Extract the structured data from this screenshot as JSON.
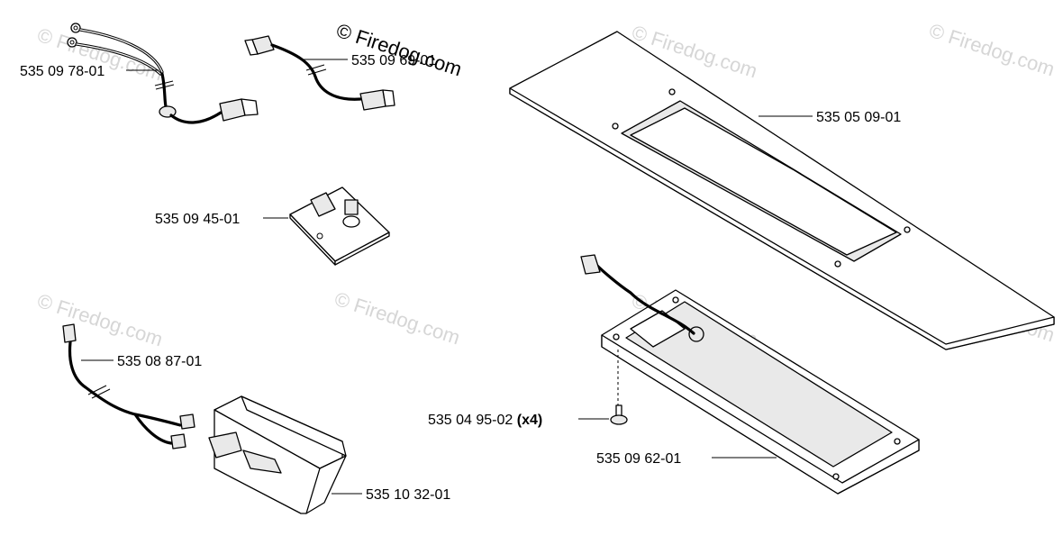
{
  "watermark": {
    "main": "© Firedog.com",
    "faint": "© Firedog.com"
  },
  "parts": [
    {
      "id": "harness-a",
      "number": "535 09 78-01",
      "qty": ""
    },
    {
      "id": "harness-b",
      "number": "535 09 69-01",
      "qty": ""
    },
    {
      "id": "circuit-board",
      "number": "535 09 45-01",
      "qty": ""
    },
    {
      "id": "harness-c",
      "number": "535 08 87-01",
      "qty": ""
    },
    {
      "id": "switch-bracket",
      "number": "535 10 32-01",
      "qty": ""
    },
    {
      "id": "cover-plate",
      "number": "535 05 09-01",
      "qty": ""
    },
    {
      "id": "screw",
      "number": "535 04 95-02",
      "qty": "(x4)"
    },
    {
      "id": "housing",
      "number": "535 09 62-01",
      "qty": ""
    }
  ]
}
